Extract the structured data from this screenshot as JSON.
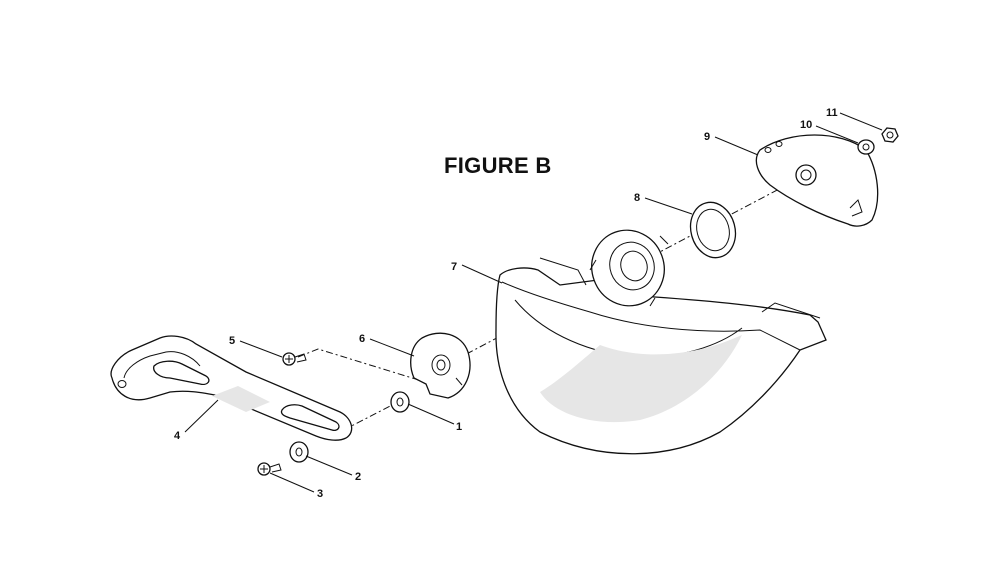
{
  "figure": {
    "title": "FIGURE B"
  },
  "callouts": [
    "1",
    "2",
    "3",
    "4",
    "5",
    "6",
    "7",
    "8",
    "9",
    "10",
    "11"
  ]
}
